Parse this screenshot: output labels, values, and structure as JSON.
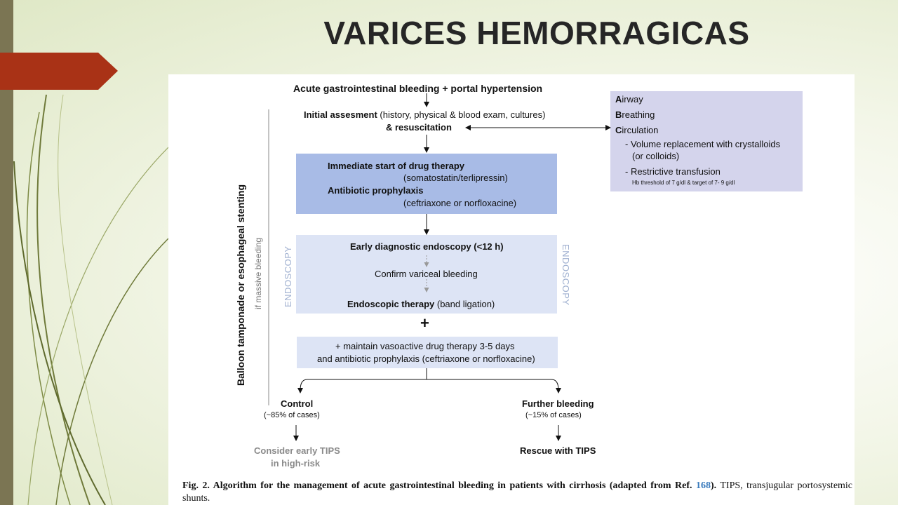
{
  "slide": {
    "title": "VARICES HEMORRAGICAS"
  },
  "flowchart": {
    "start": "Acute gastrointestinal bleeding + portal hypertension",
    "initial_bold": "Initial assesment",
    "initial_rest": "(history, physical & blood exam, cultures)",
    "resuscitation": "& resuscitation",
    "drug_therapy_bold": "Immediate start of drug therapy",
    "drug_therapy_detail": "(somatostatin/terlipressin)",
    "antibiotic_bold": "Antibiotic prophylaxis",
    "antibiotic_detail": "(ceftriaxone or norfloxacine)",
    "endoscopy_bold": "Early diagnostic endoscopy (<12 h)",
    "confirm": "Confirm variceal bleeding",
    "endo_therapy_bold": "Endoscopic therapy",
    "endo_therapy_detail": "(band ligation)",
    "endo_side_left": "ENDOSCOPY",
    "endo_side_right": "ENDOSCOPY",
    "plus": "+",
    "maintain_line1": "+ maintain vasoactive drug therapy 3-5 days",
    "maintain_line2": "and antibiotic prophylaxis (ceftriaxone or norfloxacine)",
    "control_bold": "Control",
    "control_detail": "(~85% of cases)",
    "further_bold": "Further bleeding",
    "further_detail": "(~15% of cases)",
    "consider_line1": "Consider early TIPS",
    "consider_line2": "in high-risk",
    "rescue": "Rescue with TIPS",
    "balloon_side": "Balloon tamponade or esophageal stenting",
    "massive_side": "if massive bleeding"
  },
  "abc_box": {
    "airway_letter": "A",
    "airway_rest": "irway",
    "breathing_letter": "B",
    "breathing_rest": "reathing",
    "circulation_letter": "C",
    "circulation_rest": "irculation",
    "volume_line1": "- Volume replacement with crystalloids",
    "volume_line2": "(or colloids)",
    "transfusion": "- Restrictive transfusion",
    "hb_threshold": "Hb threshold of 7 g/dl & target of 7- 9 g/dl"
  },
  "caption": {
    "bold_part": "Fig. 2. Algorithm for the management of acute gastrointestinal bleeding in patients with cirrhosis (adapted from Ref.",
    "ref_number": "168",
    "bold_close": ").",
    "rest": "TIPS, transjugular portosystemic shunts."
  },
  "colors": {
    "title_text": "#262626",
    "left_bar": "#7b7553",
    "red_tab": "#a93216",
    "drug_box": "#a8bbe6",
    "endo_box": "#dde4f5",
    "abc_box": "#d4d4ec"
  }
}
